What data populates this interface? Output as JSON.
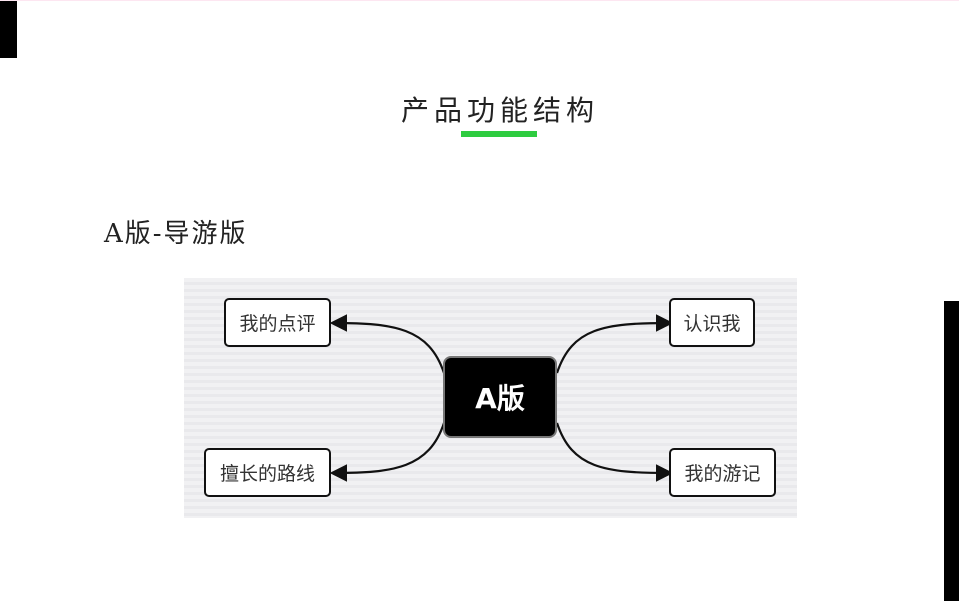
{
  "slide": {
    "title": "产品功能结构",
    "subtitle": "A版-导游版",
    "accent_color": "#2ecc40"
  },
  "mindmap": {
    "center": "A版",
    "nodes": {
      "top_left": "我的点评",
      "bottom_left": "擅长的路线",
      "top_right": "认识我",
      "bottom_right": "我的游记"
    }
  }
}
